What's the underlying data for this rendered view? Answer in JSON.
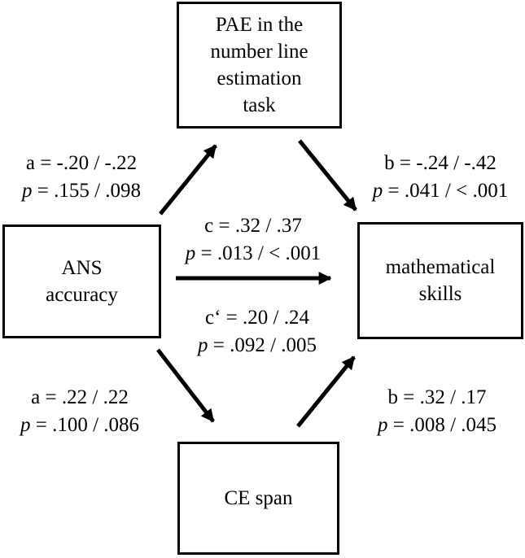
{
  "figure": {
    "type": "mediation-path-diagram",
    "background_color": "#ffffff",
    "line_color": "#000000",
    "nodes": {
      "pae": {
        "label": "PAE in the\nnumber line\nestimation\ntask"
      },
      "ans": {
        "label": "ANS\naccuracy"
      },
      "math": {
        "label": "mathematical\nskills"
      },
      "ce": {
        "label": "CE span"
      }
    },
    "paths": {
      "a_pae": {
        "coef": "a = -.20 / -.22",
        "p_var": "p",
        "p_rest": " = .155 / .098"
      },
      "b_pae": {
        "coef": "b = -.24 / -.42",
        "p_var": "p",
        "p_rest": " = .041 / < .001"
      },
      "c_total": {
        "coef": "c = .32 / .37",
        "p_var": "p",
        "p_rest": " = .013 / < .001"
      },
      "c_prime": {
        "coef": "c‘ = .20 / .24",
        "p_var": "p",
        "p_rest": " = .092 / .005"
      },
      "a_ce": {
        "coef": "a = .22 / .22",
        "p_var": "p",
        "p_rest": " = .100 / .086"
      },
      "b_ce": {
        "coef": "b = .32 / .17",
        "p_var": "p",
        "p_rest": " = .008 / .045"
      }
    }
  }
}
